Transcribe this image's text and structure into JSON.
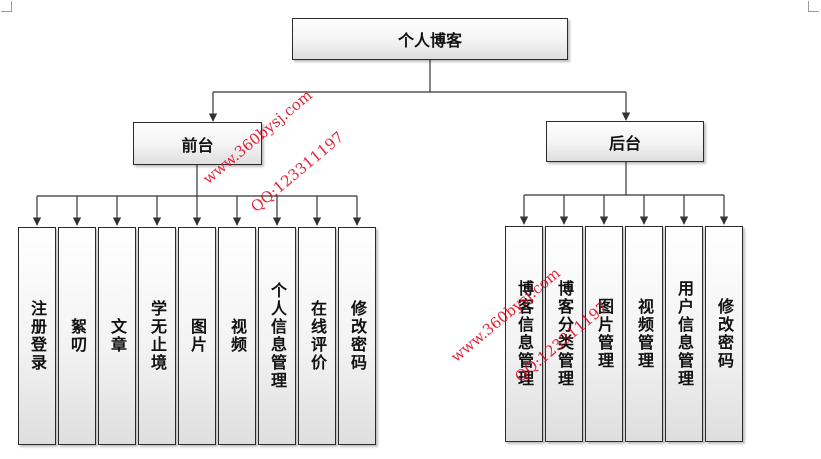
{
  "root": "个人博客",
  "front": {
    "label": "前台",
    "items": [
      "注册登录",
      "絮叨",
      "文章",
      "学无止境",
      "图片",
      "视频",
      "个人信息管理",
      "在线评价",
      "修改密码"
    ]
  },
  "back": {
    "label": "后台",
    "items": [
      "博客信息管理",
      "博客分类管理",
      "图片管理",
      "视频管理",
      "用户信息管理",
      "修改密码"
    ]
  },
  "watermarks": [
    "www.360bysj.com",
    "QQ:123311197",
    "www.360bysj.com",
    "QQ:123311197"
  ]
}
